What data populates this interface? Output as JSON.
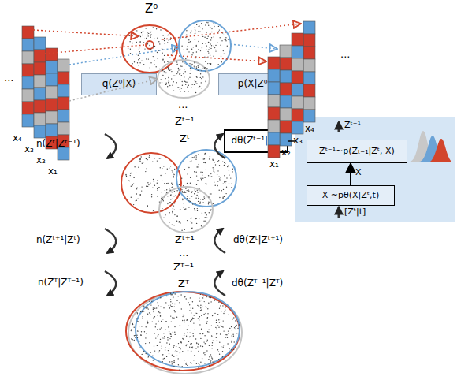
{
  "diagram": {
    "nodes": [
      {
        "text": [
          "q(Z⁰|X)"
        ]
      },
      {
        "text": [
          "p(X|Z⁰)"
        ]
      },
      {
        "text": [
          "dθ(Zᵗ⁻¹|Zᵗ)"
        ]
      },
      {
        "text": [
          "Zᵗ⁻¹",
          "[Zᵗ|t]"
        ]
      },
      {
        "text": [
          "Zᵗ⁻¹~p(Zₜ₋₁|Zᵗ, X)"
        ],
        "in": 3
      },
      {
        "text": [
          "X ~pθ(X|Zᵗ,t)"
        ],
        "in": 3
      }
    ],
    "edges": [
      {
        "from": 2,
        "to": 3,
        "arrow": "none"
      },
      {
        "from": 5,
        "to": 4,
        "arrow": "to",
        "label": "X"
      }
    ],
    "labels": [
      "Z⁰",
      "...",
      "...",
      "x₄",
      "x₃",
      "x₂",
      "x₁",
      "x₁",
      "x₂",
      "x₃",
      "x₄",
      "...",
      "Zᵗ⁻¹",
      "Zᵗ",
      "n(Zᵗ|Zᵗ⁻¹)",
      "n(Zᵗ⁺¹|Zᵗ)",
      "Zᵗ⁺¹",
      "dθ(Zᵗ|Zᵗ⁺¹)",
      "...",
      "n(Zᵀ|Zᵀ⁻¹)",
      "Zᵀ⁻¹",
      "Zᵀ",
      "dθ(Zᵀ⁻¹|Zᵀ)"
    ]
  }
}
